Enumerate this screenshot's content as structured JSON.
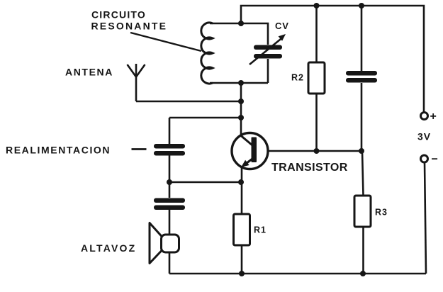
{
  "diagram": {
    "type": "schematic",
    "background_color": "#ffffff",
    "ink_color": "#161616",
    "labels": {
      "resonant_circuit_line1": "CIRCUITO",
      "resonant_circuit_line2": "RESONANTE",
      "antenna": "ANTENA",
      "feedback": "REALIMENTACION",
      "speaker": "ALTAVOZ",
      "transistor": "TRANSISTOR",
      "variable_capacitor": "CV",
      "resistor_r1": "R1",
      "resistor_r2": "R2",
      "resistor_r3": "R3",
      "battery_plus": "+",
      "battery_voltage": "3V",
      "battery_minus": "−"
    },
    "symbols": [
      "inductor-coil-icon",
      "variable-capacitor-icon",
      "capacitor-icon",
      "resistor-icon",
      "npn-transistor-icon",
      "antenna-icon",
      "speaker-icon",
      "battery-terminal-icon",
      "junction-dot-icon"
    ]
  }
}
